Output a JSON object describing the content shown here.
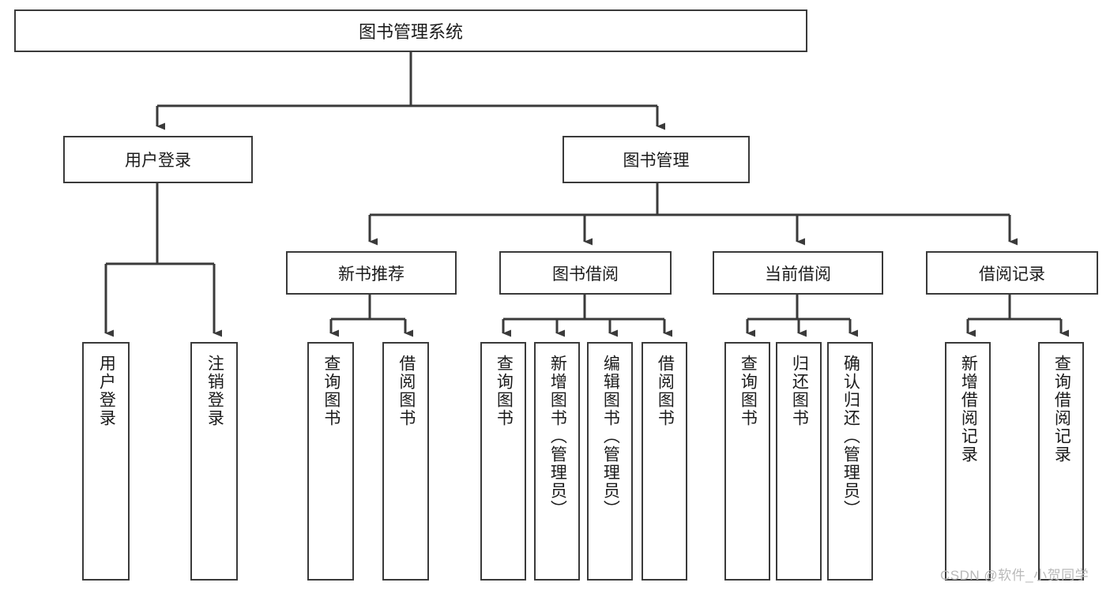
{
  "diagram": {
    "title": "图书管理系统",
    "type": "hierarchy-tree",
    "line_color": "#3a3a3a",
    "box_fill": "#ffffff",
    "text_color": "#1b1b1b",
    "root": {
      "label": "图书管理系统"
    },
    "level1": [
      {
        "label": "用户登录"
      },
      {
        "label": "图书管理"
      }
    ],
    "level2": [
      {
        "label": "新书推荐"
      },
      {
        "label": "图书借阅"
      },
      {
        "label": "当前借阅"
      },
      {
        "label": "借阅记录"
      }
    ],
    "leaves": {
      "user_login": [
        {
          "label": "用户登录"
        },
        {
          "label": "注销登录"
        }
      ],
      "new_book_recommend": [
        {
          "label": "查询图书"
        },
        {
          "label": "借阅图书"
        }
      ],
      "book_borrow": [
        {
          "label": "查询图书"
        },
        {
          "label": "新增图书（管理员）"
        },
        {
          "label": "编辑图书（管理员）"
        },
        {
          "label": "借阅图书"
        }
      ],
      "current_borrow": [
        {
          "label": "查询图书"
        },
        {
          "label": "归还图书"
        },
        {
          "label": "确认归还（管理员）"
        }
      ],
      "borrow_record": [
        {
          "label": "新增借阅记录"
        },
        {
          "label": "查询借阅记录"
        }
      ]
    },
    "watermark": "CSDN @软件_小贺同学"
  }
}
